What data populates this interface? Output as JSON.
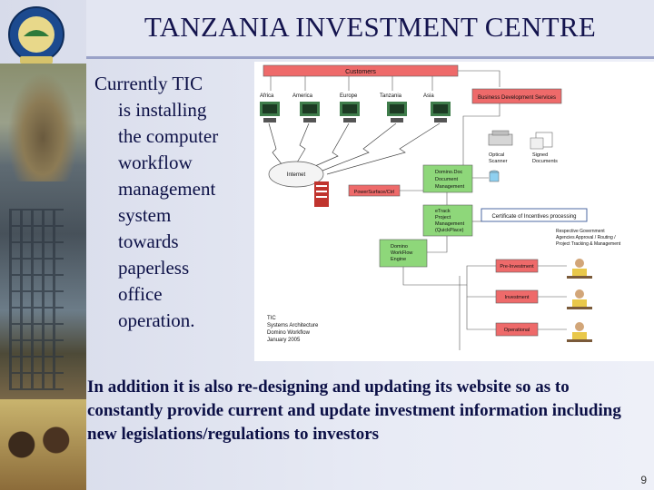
{
  "slide": {
    "title": "TANZANIA INVESTMENT CENTRE",
    "left_text_first": "Currently TIC",
    "left_text_rest": [
      "is installing",
      "the computer",
      "workflow",
      "management",
      "system",
      "towards",
      "paperless",
      "office",
      "operation."
    ],
    "bottom_text": "In addition it is also re-designing and updating its website so as to constantly provide current and update investment information including new legislations/regulations to investors",
    "page_number": "9"
  },
  "diagram": {
    "customers": "Customers",
    "regions": [
      "Africa",
      "America",
      "Europe",
      "Tanzania",
      "Asia"
    ],
    "business_dev": "Business Development Services",
    "internet": "Internet",
    "firewall_label": "PowerSurface/Ctrl",
    "dm_system": [
      "Domino.Doc",
      "Document",
      "Management"
    ],
    "optical_scanner": [
      "Optical",
      "Scanner"
    ],
    "signed_documents": [
      "Signed",
      "Documents"
    ],
    "project_mgmt": [
      "eTrack",
      "Project",
      "Management",
      "(QuickPlace)"
    ],
    "certificate": "Certificate of Incentives processing",
    "workflow_engine": [
      "Domino",
      "WorkFlow",
      "Engine"
    ],
    "stages": [
      "Pre-Investment",
      "Investment",
      "Operational"
    ],
    "roles": [
      "Respective Government",
      "Agencies Approval / Routing /",
      "Project Tracking & Management"
    ],
    "footer": [
      "TIC",
      "Systems Architecture",
      "Domino Workflow",
      "January 2005"
    ],
    "colors": {
      "red_box": "#ee6a6a",
      "green_box": "#8ed77a",
      "border": "#5c5c5c"
    }
  }
}
